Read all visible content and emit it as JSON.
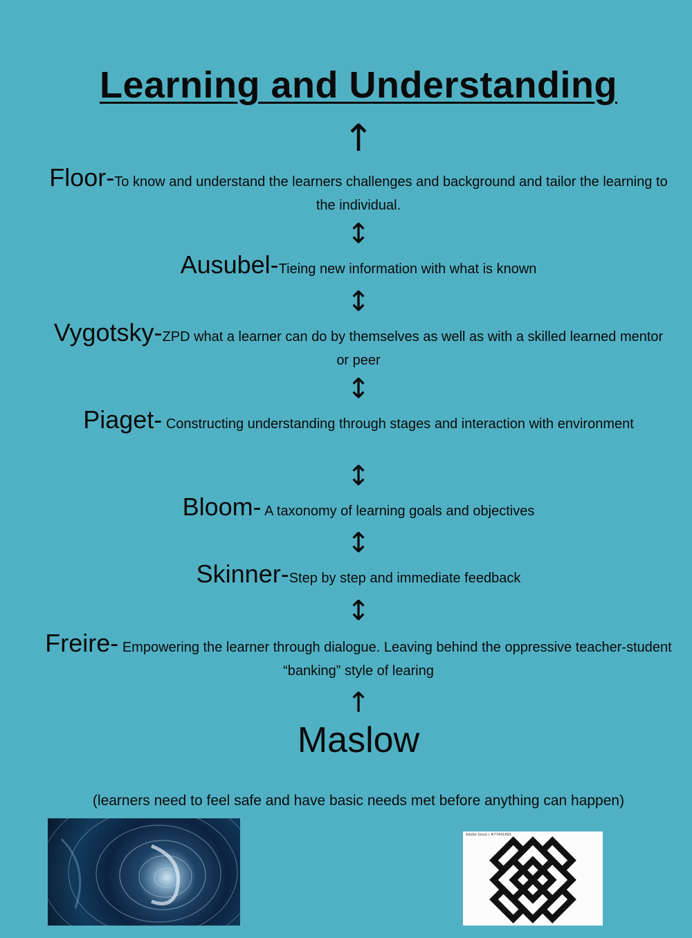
{
  "title": "Learning and Understanding",
  "arrows": {
    "up": "↑",
    "updown": "↕"
  },
  "entries": [
    {
      "name": "Floor-",
      "text": "To know and understand the learners challenges and background and tailor the learning to the individual."
    },
    {
      "name": "Ausubel-",
      "text": "Tieing new information with what is known"
    },
    {
      "name": "Vygotsky-",
      "text": "ZPD what a learner can do by themselves as well as with a skilled learned mentor or peer"
    },
    {
      "name": "Piaget-",
      "text": " Constructing understanding through stages and interaction with environment"
    },
    {
      "name": "Bloom-",
      "text": "  A taxonomy of learning goals and objectives"
    },
    {
      "name": "Skinner-",
      "text": "Step by step and immediate feedback"
    },
    {
      "name": "Freire-",
      "text": "  Empowering the learner through dialogue. Leaving behind the oppressive teacher-student “banking” style of learing"
    }
  ],
  "maslow": "Maslow",
  "note": "(learners need to feel safe and have basic needs met before anything can happen)",
  "images": {
    "left": "water-vortex-photo",
    "right": "endless-knot-symbol",
    "right_caption": "Adobe Stock | #77491665"
  }
}
